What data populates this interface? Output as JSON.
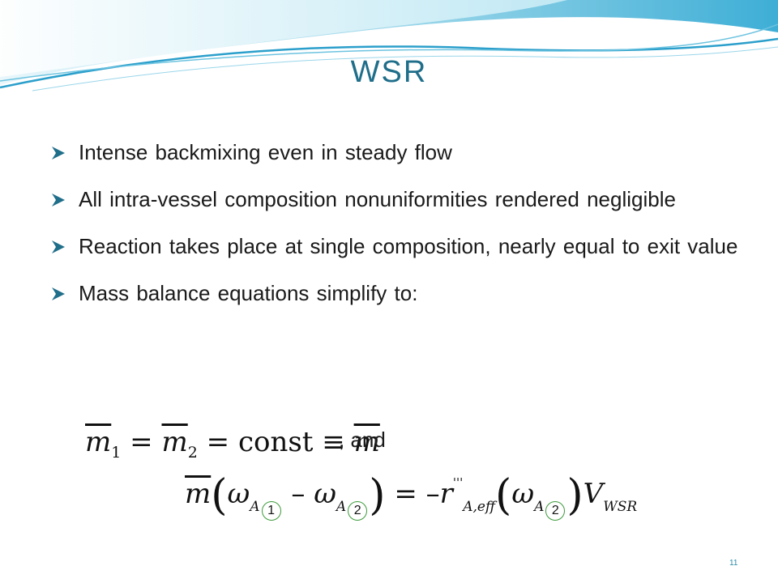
{
  "slide": {
    "title": "WSR",
    "bullets": [
      {
        "text": "Intense backmixing even in steady flow"
      },
      {
        "text": "All intra-vessel composition nonuniformities rendered negligible"
      },
      {
        "text": "Reaction takes place at single composition, nearly equal to exit value"
      },
      {
        "text": "Mass balance equations simplify to:"
      }
    ],
    "equation1": {
      "m": "m",
      "sub1": "1",
      "sub2": "2",
      "const": "const",
      "suffix": ",  and"
    },
    "equation2": {
      "m": "m",
      "omega": "ω",
      "species": "A",
      "label1": "1",
      "label2": "2",
      "rate": "r",
      "rate_sub": "A,eff",
      "rate_sup": "'''",
      "volume": "V",
      "volume_sub": "WSR"
    },
    "page_number": "11"
  },
  "colors": {
    "title": "#1f6e8a",
    "bullet_arrow": "#1f6e8a",
    "circle_outline": "#3c9a3c",
    "wave_light": "#bfe6f2",
    "wave_mid": "#6cc3e0",
    "wave_dark": "#2b9fcb"
  },
  "icons": {
    "bullet": "arrow-bullet-icon",
    "decoration": "header-waves"
  }
}
